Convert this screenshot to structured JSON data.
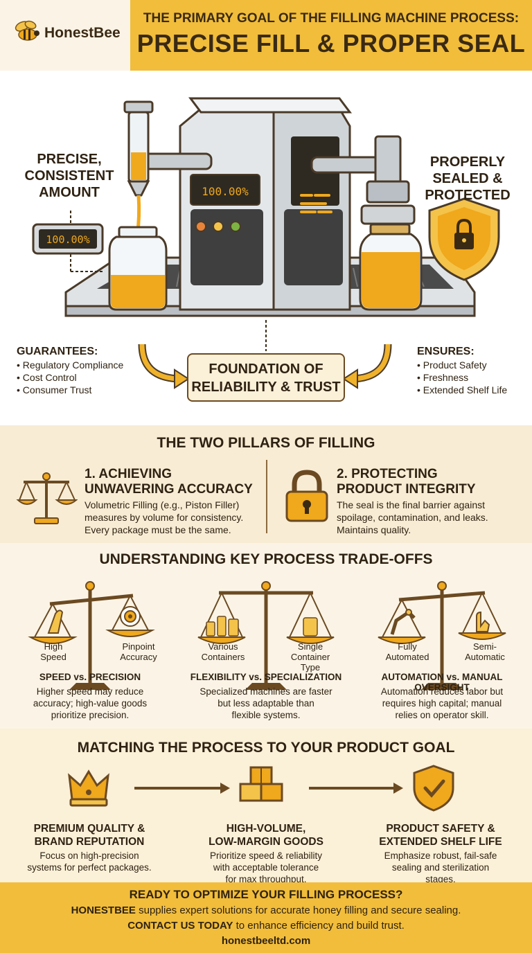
{
  "brand": {
    "name": "HonestBee"
  },
  "header": {
    "line1": "THE PRIMARY GOAL OF THE FILLING MACHINE PROCESS:",
    "line2": "PRECISE FILL & PROPER SEAL"
  },
  "hero": {
    "left_label": [
      "PRECISE,",
      "CONSISTENT",
      "AMOUNT"
    ],
    "right_label": [
      "PROPERLY",
      "SEALED &",
      "PROTECTED"
    ],
    "display_reading": "100.00%",
    "machine_reading": "100.00%",
    "guarantees_title": "GUARANTEES:",
    "guarantees": [
      "Regulatory Compliance",
      "Cost Control",
      "Consumer Trust"
    ],
    "ensures_title": "ENSURES:",
    "ensures": [
      "Product Safety",
      "Freshness",
      "Extended Shelf Life"
    ],
    "foundation": [
      "FOUNDATION OF",
      "RELIABILITY & TRUST"
    ]
  },
  "pillars": {
    "title": "THE TWO PILLARS OF FILLING",
    "items": [
      {
        "heading": [
          "1. ACHIEVING",
          "UNWAVERING ACCURACY"
        ],
        "desc": [
          "Volumetric Filling (e.g., Piston Filler)",
          "measures by volume for consistency.",
          "Every package must be the same."
        ],
        "icon": "balance-scale-icon"
      },
      {
        "heading": [
          "2. PROTECTING",
          "PRODUCT INTEGRITY"
        ],
        "desc": [
          "The seal is the final barrier against",
          "spoilage, contamination, and leaks.",
          "Maintains quality."
        ],
        "icon": "padlock-icon"
      }
    ]
  },
  "tradeoffs": {
    "title": "UNDERSTANDING KEY PROCESS TRADE-OFFS",
    "items": [
      {
        "left": [
          "High",
          "Speed"
        ],
        "right": [
          "Pinpoint",
          "Accuracy"
        ],
        "title": "SPEED vs. PRECISION",
        "desc": [
          "Higher speed may reduce",
          "accuracy; high-value goods",
          "prioritize precision."
        ]
      },
      {
        "left": [
          "Various",
          "Containers"
        ],
        "right": [
          "Single",
          "Container",
          "Type"
        ],
        "title": "FLEXIBILITY vs. SPECIALIZATION",
        "desc": [
          "Specialized machines are faster",
          "but less adaptable than",
          "flexible systems."
        ]
      },
      {
        "left": [
          "Fully",
          "Automated"
        ],
        "right": [
          "Semi-",
          "Automatic"
        ],
        "title": "AUTOMATION vs. MANUAL OVERSIGHT",
        "desc": [
          "Automation reduces labor but",
          "requires high capital; manual",
          "relies on operator skill."
        ]
      }
    ]
  },
  "matching": {
    "title": "MATCHING THE PROCESS TO YOUR PRODUCT GOAL",
    "items": [
      {
        "title": [
          "PREMIUM QUALITY &",
          "BRAND REPUTATION"
        ],
        "desc": [
          "Focus on high-precision",
          "systems for perfect packages."
        ],
        "icon": "crown-icon"
      },
      {
        "title": [
          "HIGH-VOLUME,",
          "LOW-MARGIN GOODS"
        ],
        "desc": [
          "Prioritize speed & reliability",
          "with acceptable tolerance",
          "for max throughput."
        ],
        "icon": "boxes-icon"
      },
      {
        "title": [
          "PRODUCT SAFETY &",
          "EXTENDED SHELF LIFE"
        ],
        "desc": [
          "Emphasize robust, fail-safe",
          "sealing and sterilization",
          "stages."
        ],
        "icon": "shield-check-icon"
      }
    ]
  },
  "footer": {
    "headline": "READY TO OPTIMIZE YOUR FILLING PROCESS?",
    "line2_strong": "HONESTBEE",
    "line2_rest": " supplies expert solutions for accurate honey filling and secure sealing.",
    "line3_strong": "CONTACT US TODAY",
    "line3_rest": " to enhance efficiency and build trust.",
    "url": "honestbeeltd.com"
  },
  "colors": {
    "gold": "#f1bd3b",
    "honey": "#f0a81c",
    "brown": "#6b4a22",
    "cream": "#fbf4e6"
  }
}
